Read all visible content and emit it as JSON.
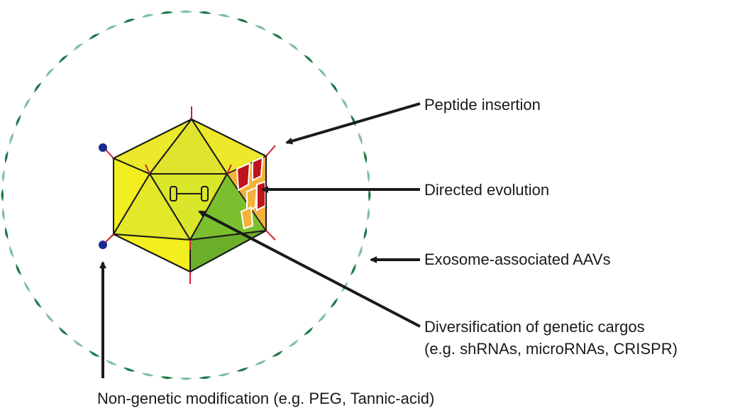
{
  "labels": {
    "peptide_insertion": "Peptide insertion",
    "directed_evolution": "Directed evolution",
    "exosome": "Exosome-associated AAVs",
    "diversification_line1": "Diversification of genetic cargos",
    "diversification_line2": "(e.g. shRNAs, microRNAs, CRISPR)",
    "non_genetic": "Non-genetic modification (e.g. PEG, Tannic-acid)"
  },
  "colors": {
    "capsid_yellow": "#f2ee1f",
    "capsid_light_green": "#d9e62a",
    "capsid_green": "#7cbf2e",
    "outline": "#1a1a1a",
    "spike_red": "#d0202e",
    "patch_red": "#c0141c",
    "patch_orange": "#f5b13c",
    "exosome_dark": "#1f7a4a",
    "exosome_light": "#7fbfa0",
    "dot_blue": "#1a2a8f",
    "arrow": "#1a1a1a"
  }
}
